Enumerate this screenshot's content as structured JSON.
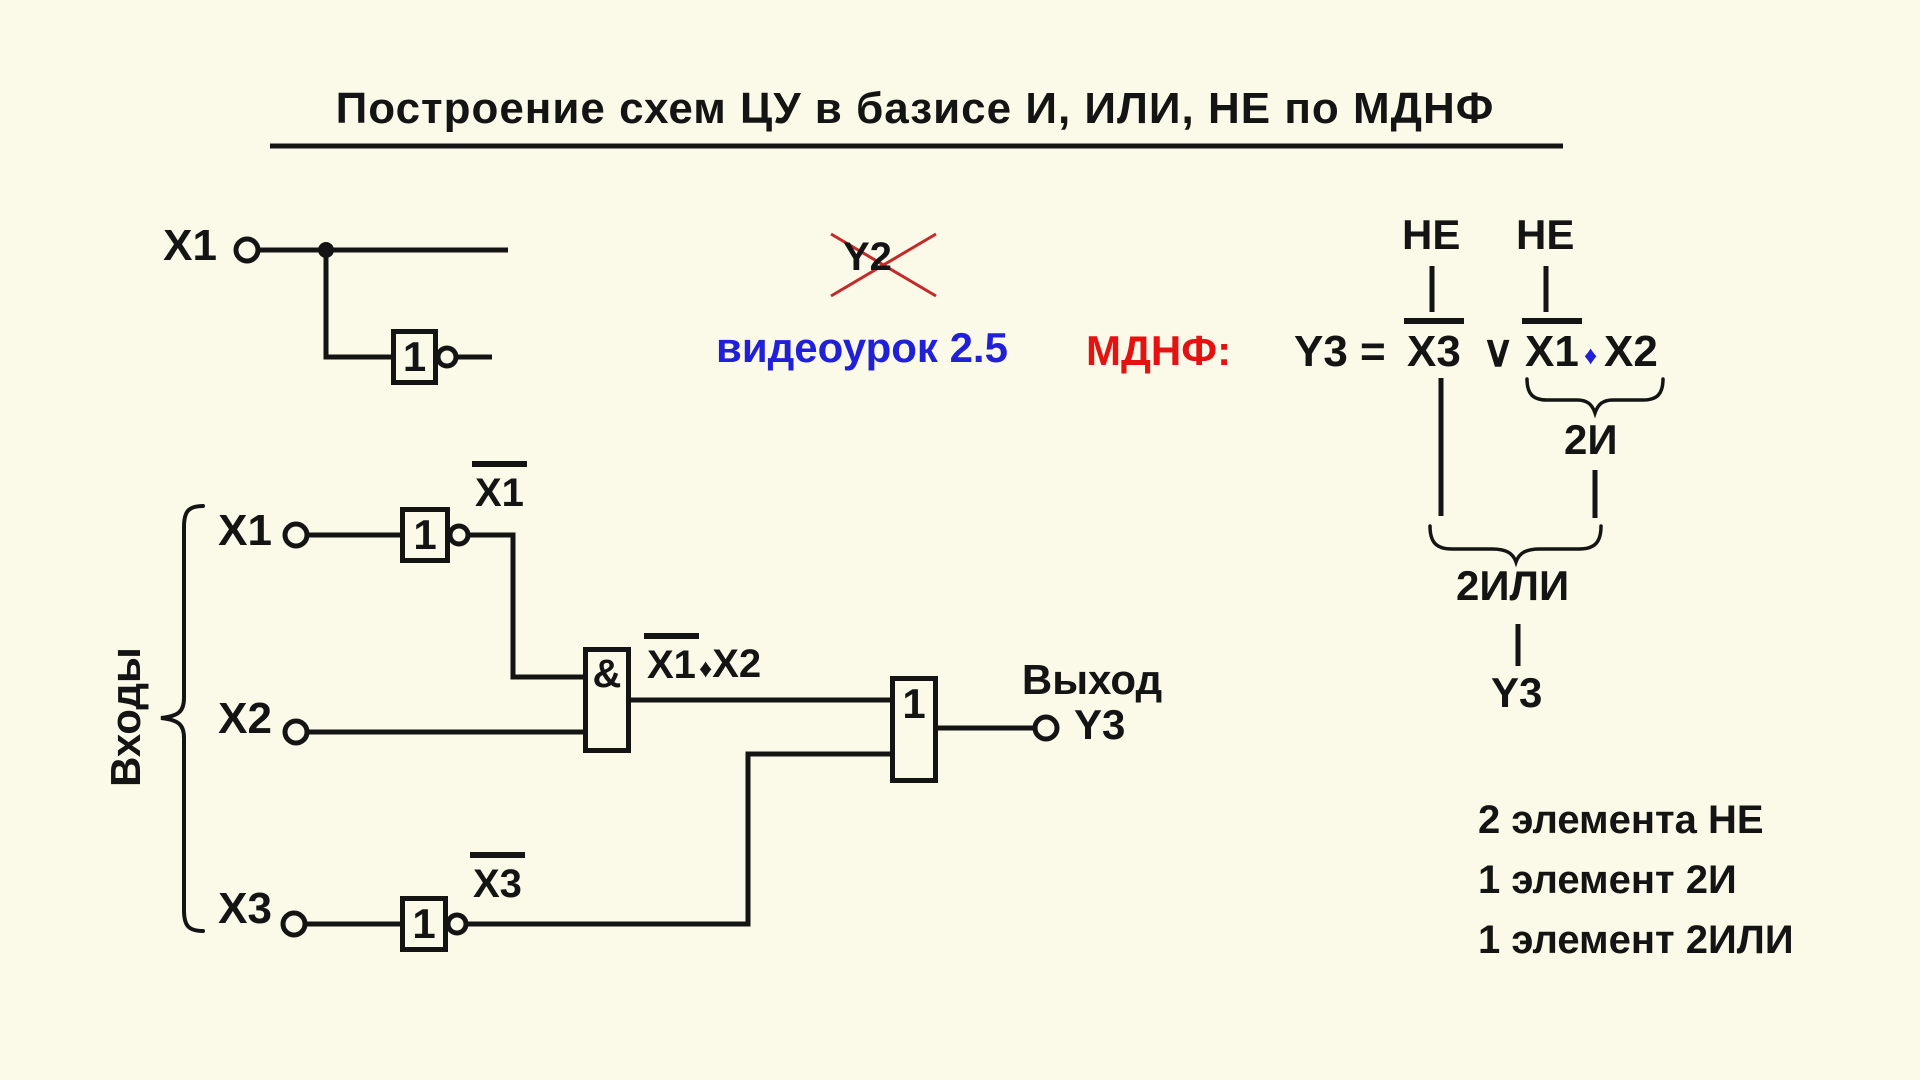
{
  "title": "Построение схем ЦУ в базисе И, ИЛИ, НЕ  по МДНФ",
  "notes": {
    "crossed": "Y2",
    "lesson": "видеоурок 2.5"
  },
  "formula": {
    "label": "МДНФ:",
    "lhs": "Y3 =",
    "term_not_x3": "X3",
    "or_sign": "∨",
    "term_not_x1": "X1",
    "and_dot": "♦",
    "term_x2": "X2",
    "not_tag_left": "НЕ",
    "not_tag_right": "НЕ",
    "group_and": "2И",
    "group_or": "2ИЛИ",
    "result": "Y3"
  },
  "demo": {
    "input_label": "X1",
    "gate_symbol": "1"
  },
  "circuit": {
    "inputs_brace_label": "Входы",
    "input1": "X1",
    "input2": "X2",
    "input3": "X3",
    "not1_symbol": "1",
    "not3_symbol": "1",
    "and_symbol": "&",
    "or_symbol": "1",
    "sig_not_x1": "X1",
    "sig_not_x3": "X3",
    "sig_and_a": "X1",
    "sig_and_dot": "♦",
    "sig_and_b": "X2",
    "output_label": "Выход",
    "output_name": "Y3"
  },
  "legend": {
    "line1": "2 элемента НЕ",
    "line2": "1 элемент 2И",
    "line3": "1 элемент 2ИЛИ"
  },
  "colors": {
    "background": "#fbfae9",
    "ink": "#141414",
    "accent_blue": "#2020d8",
    "accent_red": "#e51212",
    "cross_red": "#c42a2a"
  }
}
